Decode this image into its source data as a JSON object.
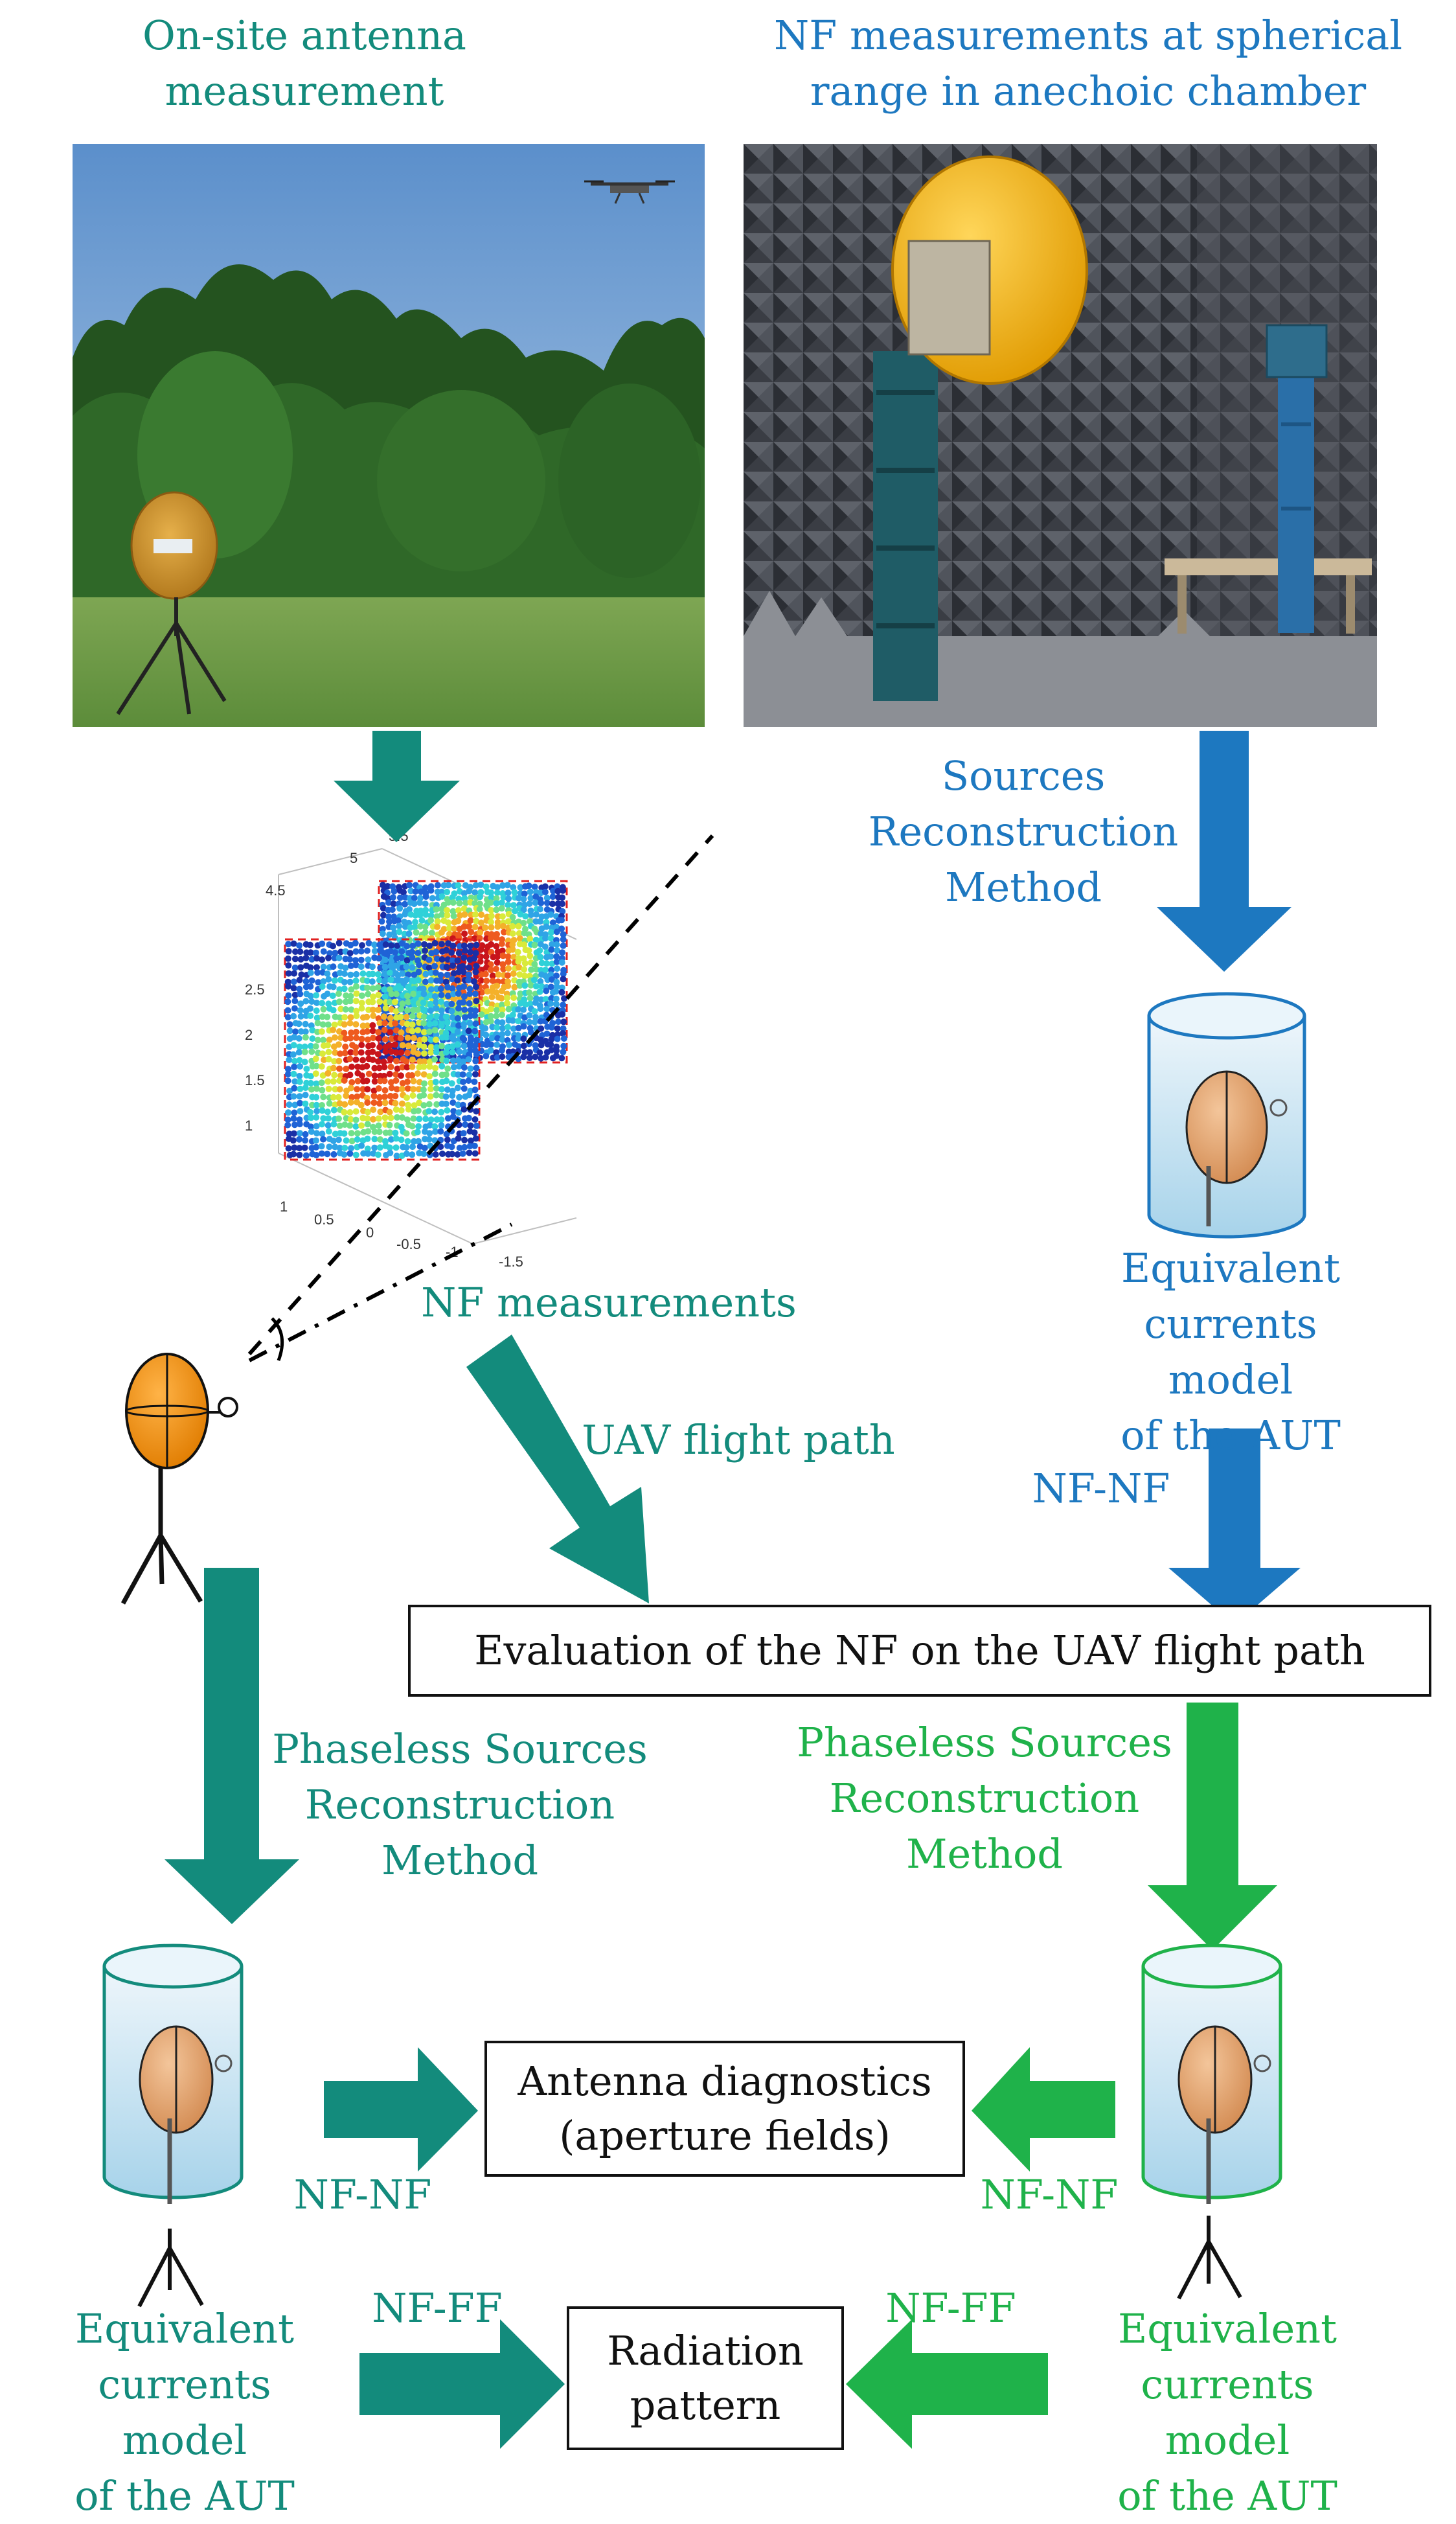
{
  "colors": {
    "teal": "#138b7c",
    "blue": "#1d78c0",
    "green": "#1fb24a"
  },
  "photos": {
    "onsite": {
      "title": [
        "On-site antenna",
        "measurement"
      ]
    },
    "chamber": {
      "title": [
        "NF measurements at spherical",
        "range in anechoic chamber"
      ]
    }
  },
  "plot": {
    "caption": "NF measurements",
    "z_ticks": [
      "2.5",
      "2",
      "1.5",
      "1"
    ],
    "top_ticks": [
      "5.5",
      "5",
      "4.5"
    ],
    "bottom_ticks": [
      "1",
      "0.5",
      "0",
      "-0.5",
      "-1",
      "-1.5"
    ]
  },
  "labels": {
    "src_recon": [
      "Sources",
      "Reconstruction",
      "Method"
    ],
    "eq_right_top": [
      "Equivalent",
      "currents model",
      "of the AUT"
    ],
    "uav_path": "UAV flight path",
    "nfnf_blue": "NF-NF",
    "phaseless_teal": [
      "Phaseless Sources",
      "Reconstruction",
      "Method"
    ],
    "phaseless_green": [
      "Phaseless Sources",
      "Reconstruction",
      "Method"
    ],
    "nfnf_teal": "NF-NF",
    "nfnf_green": "NF-NF",
    "nfff_teal": "NF-FF",
    "nfff_green": "NF-FF",
    "eq_bottom_left": [
      "Equivalent",
      "currents model",
      "of the AUT"
    ],
    "eq_bottom_right": [
      "Equivalent",
      "currents model",
      "of the AUT"
    ]
  },
  "boxes": {
    "evaluation": "Evaluation of the NF on the UAV flight path",
    "diagnostics": [
      "Antenna diagnostics",
      "(aperture fields)"
    ],
    "radiation": [
      "Radiation",
      "pattern"
    ]
  },
  "icons": [
    "drone-icon",
    "dish-antenna-icon",
    "probe-antenna-icon",
    "cylinder-model-icon",
    "tripod-antenna-icon",
    "flow-arrow-icon"
  ]
}
